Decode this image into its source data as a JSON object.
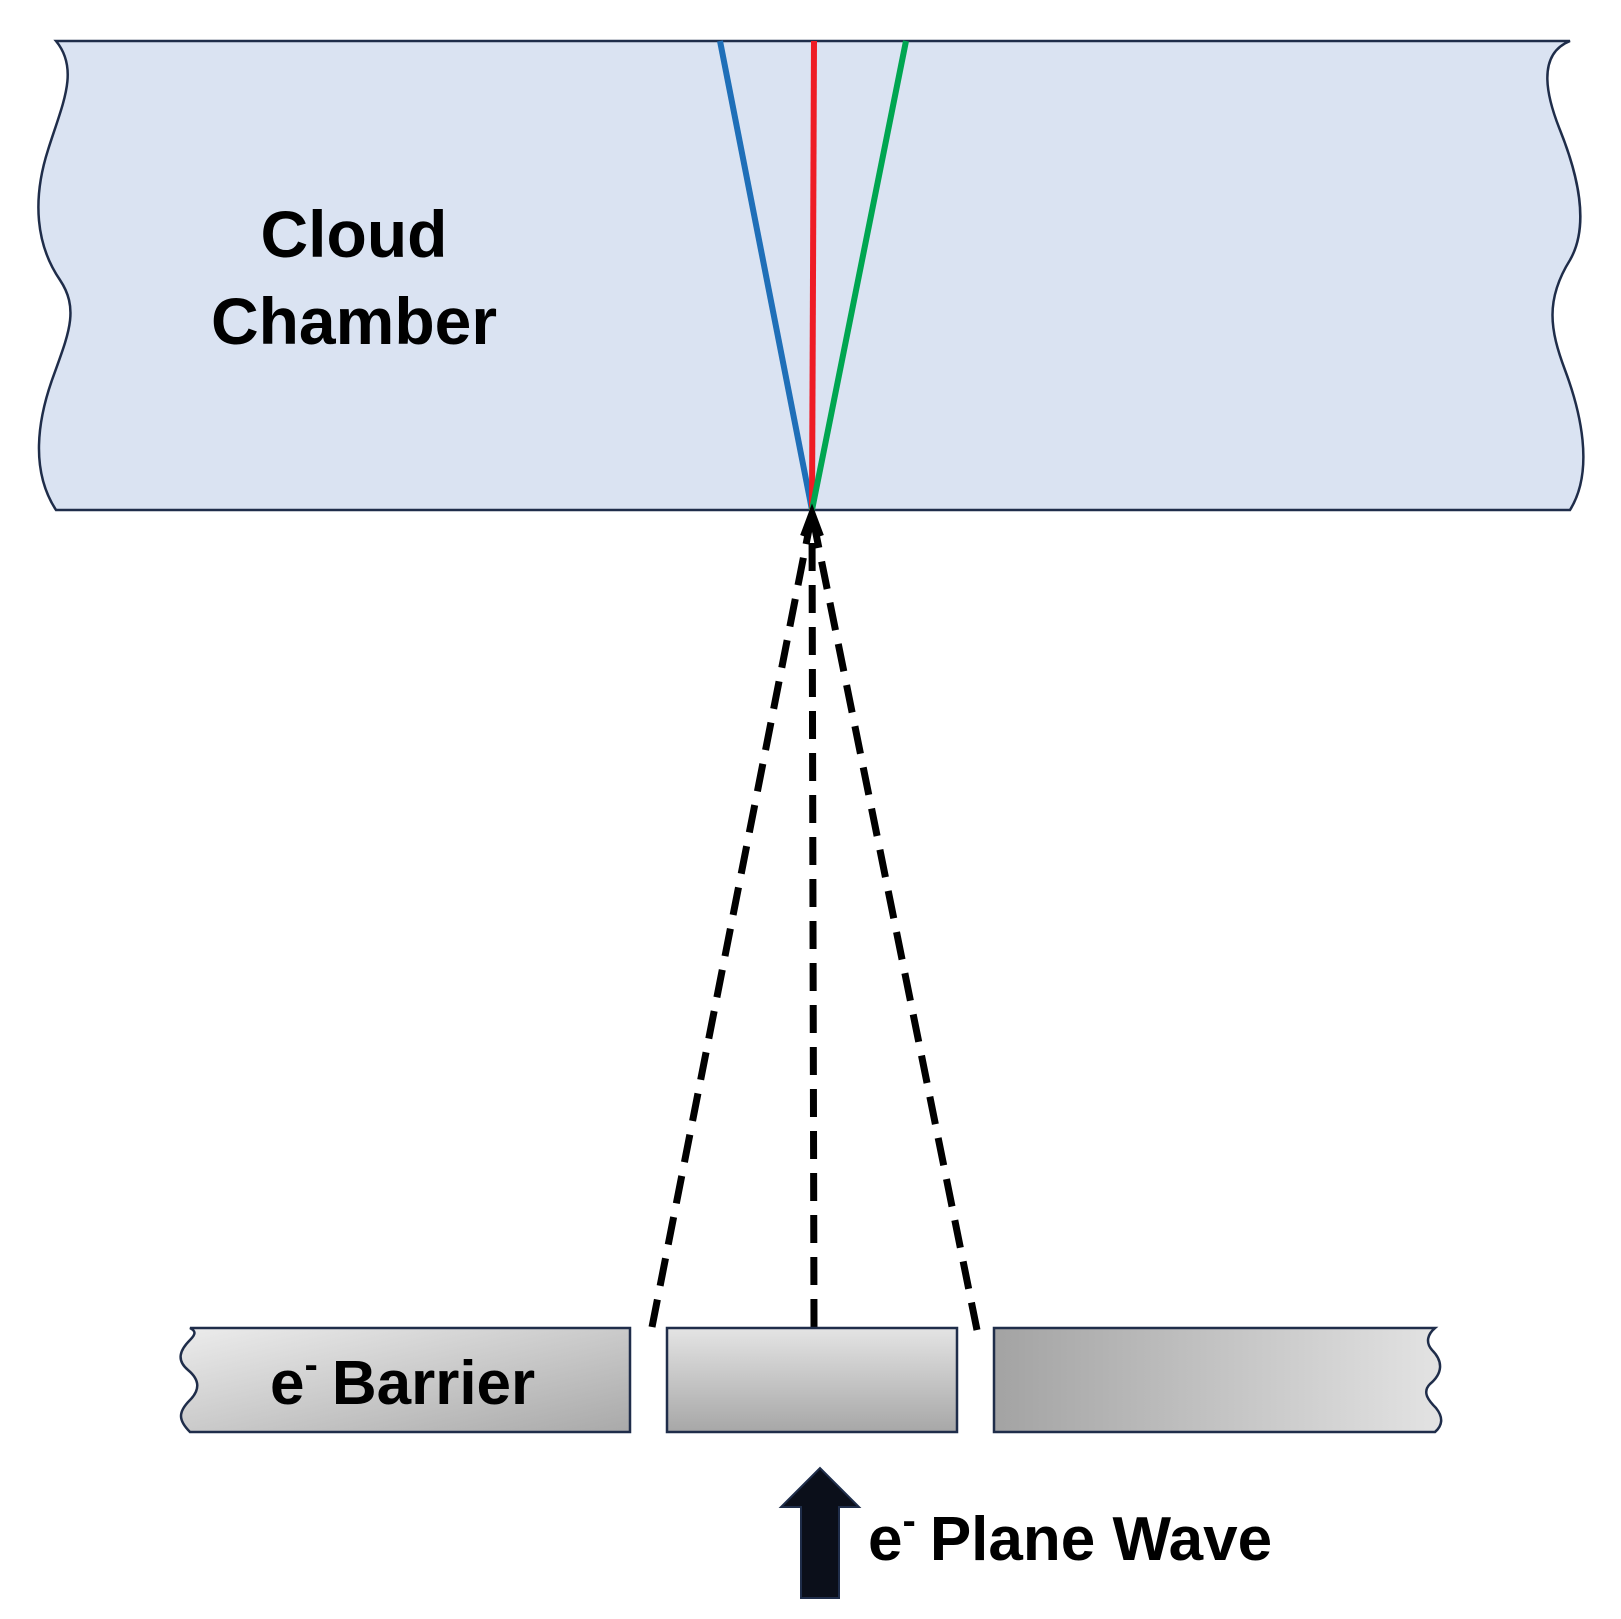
{
  "cloud_chamber": {
    "line1": "Cloud",
    "line2": "Chamber",
    "fill": "#dae3f2",
    "stroke": "#1f2d4a"
  },
  "barrier": {
    "symbol": "e",
    "superscript": "-",
    "word": "Barrier"
  },
  "plane_wave": {
    "symbol": "e",
    "superscript": "-",
    "word": "Plane Wave"
  },
  "tracks": {
    "colors": [
      "#1f6fb8",
      "#ee1c25",
      "#00a651"
    ],
    "paths_color": "#000000"
  },
  "arrow_color": "#0b0f1a"
}
